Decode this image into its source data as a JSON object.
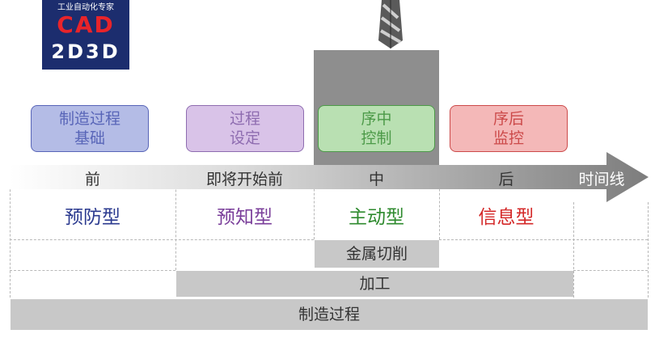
{
  "logo": {
    "tagline": "工业自动化专家",
    "cad": "CAD",
    "sub": "2D3D"
  },
  "categories": [
    {
      "line1": "制造过程",
      "line2": "基础",
      "fill": "#b4bce6",
      "border": "#5865b8"
    },
    {
      "line1": "过程",
      "line2": "设定",
      "fill": "#d9c3e8",
      "border": "#8e6cb0"
    },
    {
      "line1": "序中",
      "line2": "控制",
      "fill": "#b9e0b2",
      "border": "#4c9a48"
    },
    {
      "line1": "序后",
      "line2": "监控",
      "fill": "#f4b8b8",
      "border": "#cc4a4a"
    }
  ],
  "timeline": {
    "stages": [
      "前",
      "即将开始前",
      "中",
      "后"
    ],
    "label": "时间线"
  },
  "types": [
    {
      "label": "预防型",
      "color": "#2b3a8f"
    },
    {
      "label": "预知型",
      "color": "#7a3e9a"
    },
    {
      "label": "主动型",
      "color": "#2e8a2e"
    },
    {
      "label": "信息型",
      "color": "#d42828"
    }
  ],
  "bars": {
    "metal_cutting": "金属切削",
    "machining": "加工",
    "manufacturing": "制造过程"
  }
}
